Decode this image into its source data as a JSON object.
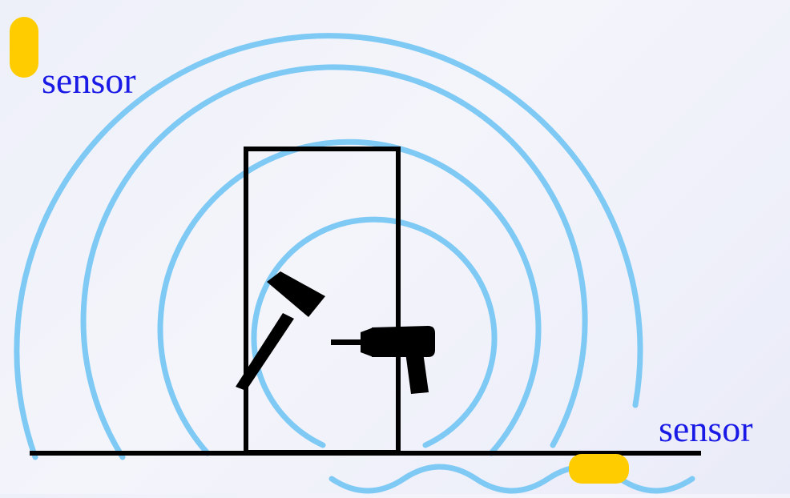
{
  "diagram": {
    "sensor_labels": {
      "top_left": "sensor",
      "bottom_right": "sensor"
    },
    "wave_rings": 4,
    "sources": [
      {
        "name": "hammer",
        "icon": "hammer-icon"
      },
      {
        "name": "drill",
        "icon": "drill-icon"
      }
    ],
    "sensors": [
      {
        "name": "air-sensor",
        "icon": "sensor-top-icon",
        "color": "#ffcc00"
      },
      {
        "name": "ground-sensor",
        "icon": "sensor-bottom-icon",
        "color": "#ffcc00"
      }
    ],
    "colors": {
      "wave": "#7fc9f5",
      "sensor": "#ffcc00",
      "label": "#1a1ae6",
      "structure": "#000000",
      "background": "#eef0f9"
    }
  }
}
